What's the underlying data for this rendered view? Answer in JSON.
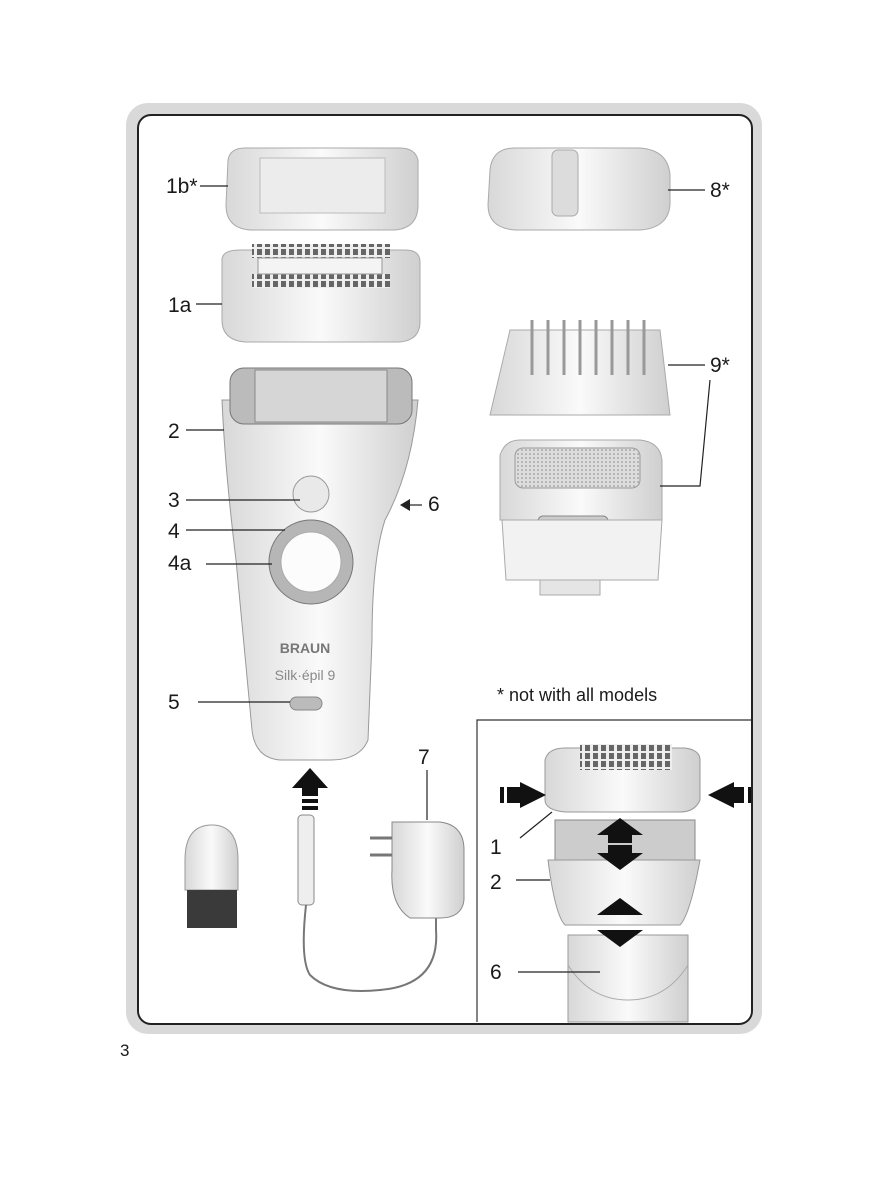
{
  "callouts": {
    "c1b": "1b*",
    "c1a": "1a",
    "c2": "2",
    "c3": "3",
    "c4": "4",
    "c4a": "4a",
    "c5": "5",
    "c6": "6",
    "c7": "7",
    "c8": "8*",
    "c9": "9*"
  },
  "footnote": "* not with all models",
  "inset": {
    "c1": "1",
    "c2": "2",
    "c6": "6"
  },
  "device": {
    "brand": "BRAUN",
    "model": "Silk·épil 9"
  },
  "page_number": "3"
}
